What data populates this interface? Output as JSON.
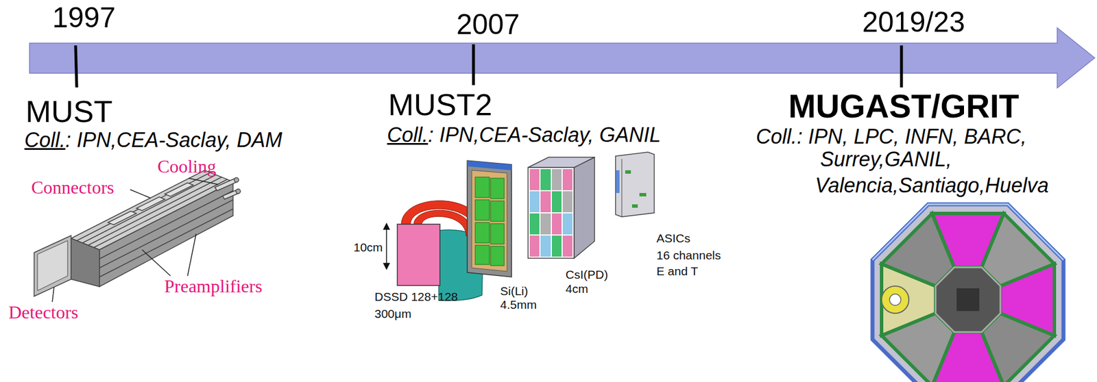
{
  "diagram": {
    "labels": [
      "1997",
      "2007",
      "2019/23",
      "MUST",
      "Coll.",
      ": IPN,CEA-Saclay, DAM",
      "Cooling",
      "Connectors",
      "Preamplifiers",
      "Detectors",
      "MUST2",
      "Coll.",
      ": IPN,CEA-Saclay, GANIL",
      "10cm",
      "DSSD 128+128",
      "300μm",
      "Si(Li)",
      "4.5mm",
      "CsI(PD)",
      "4cm",
      "ASICs",
      "16 channels",
      "E and T",
      "MUGAST/GRIT",
      "Coll.: IPN, LPC, INFN, BARC,",
      "Surrey,GANIL,",
      "Valencia,Santiago,Huelva"
    ]
  }
}
